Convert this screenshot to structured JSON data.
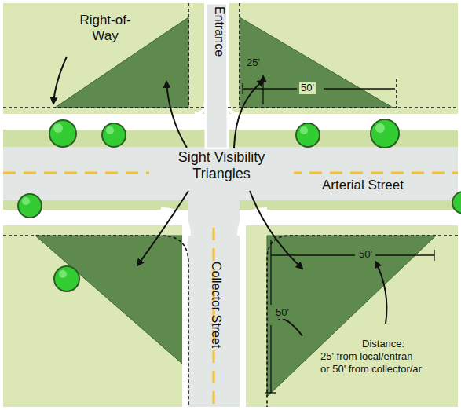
{
  "diagram": {
    "labels": [
      "Right-of-Way",
      "Entrance",
      "25'",
      "50'",
      "Sight Visibility Triangles",
      "Arterial Street",
      "Collector Street",
      "50'",
      "50'",
      "Distance:",
      "25' from local/entran",
      "or 50' from collector/ar"
    ]
  }
}
